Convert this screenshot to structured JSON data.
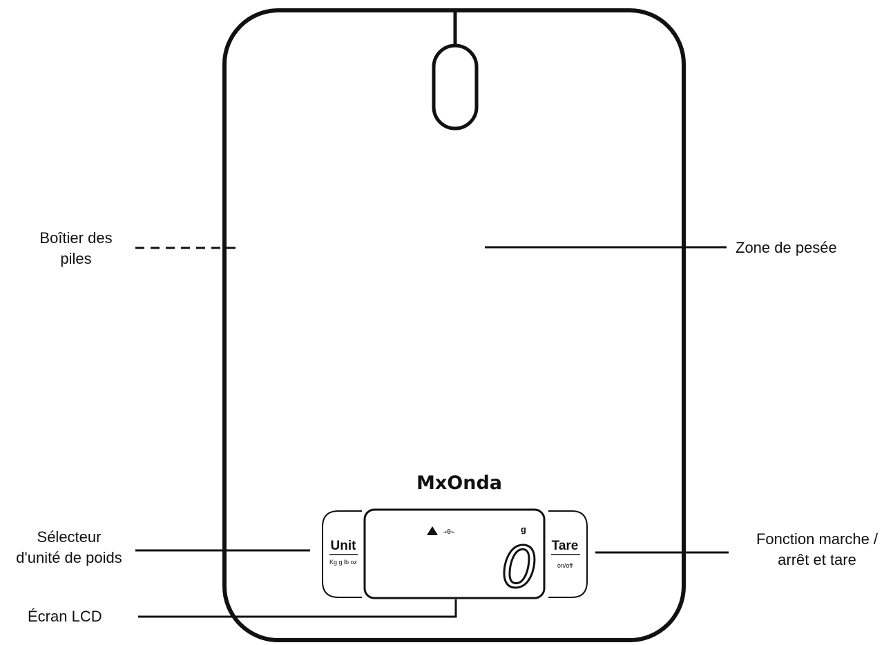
{
  "labels": {
    "battery": [
      "Boîtier des",
      "piles"
    ],
    "weighing_zone": "Zone de pesée",
    "unit_selector": [
      "Sélecteur",
      "d'unité de poids"
    ],
    "lcd_screen": "Écran LCD",
    "tare_function": [
      "Fonction marche /",
      "arrêt et tare"
    ]
  },
  "device": {
    "brand": "MxOnda",
    "unit_button": {
      "label": "Unit",
      "sub": "Kg g lb oz"
    },
    "tare_button": {
      "label": "Tare",
      "sub": "on/off"
    },
    "display": {
      "zero_indicator": "→0←",
      "unit": "g",
      "reading": "0"
    }
  }
}
